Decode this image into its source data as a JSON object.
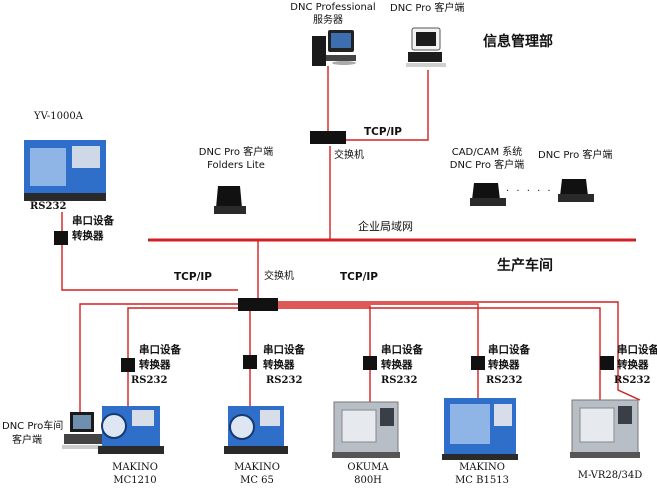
{
  "colors": {
    "network_line": "#d42020",
    "switch_fill": "#111111",
    "machine_blue": "#2f6ec9",
    "machine_gray": "#b8bec6"
  },
  "top": {
    "server_label_1": "DNC Professional",
    "server_label_2": "服务器",
    "client_label": "DNC Pro  客户端",
    "zone_label": "信息管理部",
    "protocol": "TCP/IP",
    "switch_label": "交换机"
  },
  "office": {
    "yv_label": "YV-1000A",
    "yv_rs232": "RS232",
    "serial_converter_1": "串口设备",
    "serial_converter_2": "转换器",
    "folders_label_1": "DNC Pro 客户端",
    "folders_label_2": "Folders Lite",
    "cadcam_label_1": "CAD/CAM 系统",
    "cadcam_label_2": "DNC Pro 客户端",
    "dnc_client_label": "DNC Pro  客户端",
    "ellipsis": "· · · · ·",
    "lan_label": "企业局域网"
  },
  "workshop": {
    "zone_label": "生产车间",
    "protocol_left": "TCP/IP",
    "protocol_right": "TCP/IP",
    "switch_label": "交换机",
    "workshop_client_1": "DNC Pro车间",
    "workshop_client_2": "客户端"
  },
  "machines": [
    {
      "conv1": "串口设备",
      "conv2": "转换器",
      "rs": "RS232",
      "name1": "MAKINO",
      "name2": "MC1210"
    },
    {
      "conv1": "串口设备",
      "conv2": "转换器",
      "rs": "RS232",
      "name1": "MAKINO",
      "name2": "MC 65"
    },
    {
      "conv1": "串口设备",
      "conv2": "转换器",
      "rs": "RS232",
      "name1": "OKUMA",
      "name2": "800H"
    },
    {
      "conv1": "串口设备",
      "conv2": "转换器",
      "rs": "RS232",
      "name1": "MAKINO",
      "name2": "MC B1513"
    },
    {
      "conv1": "串口设备",
      "conv2": "转换器",
      "rs": "RS232",
      "name1": "",
      "name2": "M-VR28/34D"
    }
  ]
}
